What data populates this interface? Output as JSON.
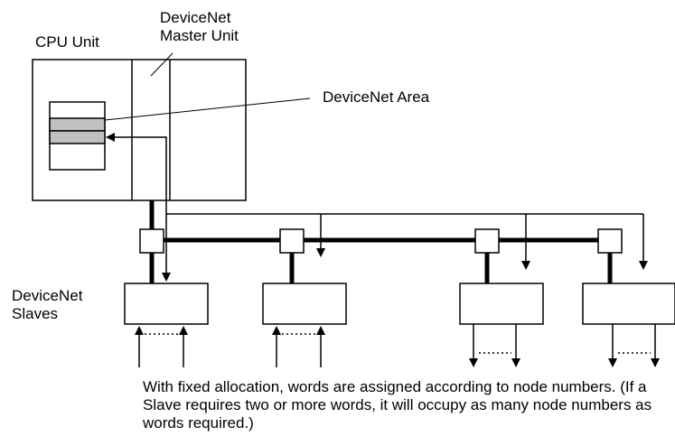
{
  "labels": {
    "cpu_unit": "CPU Unit",
    "master_line1": "DeviceNet",
    "master_line2": "Master Unit",
    "area": "DeviceNet Area",
    "slaves_line1": "DeviceNet",
    "slaves_line2": "Slaves"
  },
  "caption": "With fixed allocation, words are assigned according to node numbers. (If a Slave requires two or more words, it will occupy as many node numbers as words required.)",
  "colors": {
    "line": "#000000",
    "area_fill": "#c0c0c0",
    "background": "#ffffff"
  }
}
